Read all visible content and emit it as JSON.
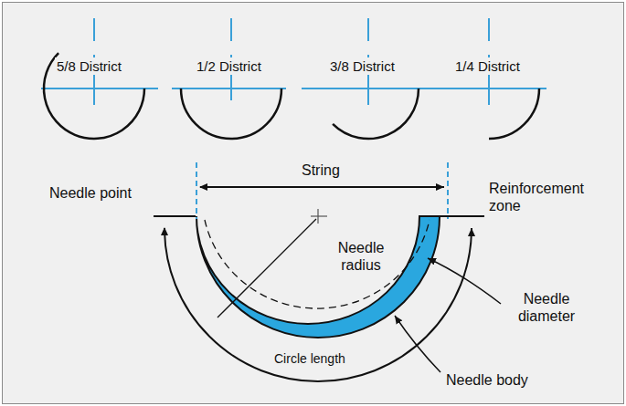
{
  "diagram": {
    "labels": [
      "5/8 District",
      "1/2 District",
      "3/8 District",
      "1/4 District",
      "String",
      "Needle point",
      "Reinforcement zone",
      "Needle radius",
      "Needle diameter",
      "Needle body",
      "Circle length"
    ]
  }
}
